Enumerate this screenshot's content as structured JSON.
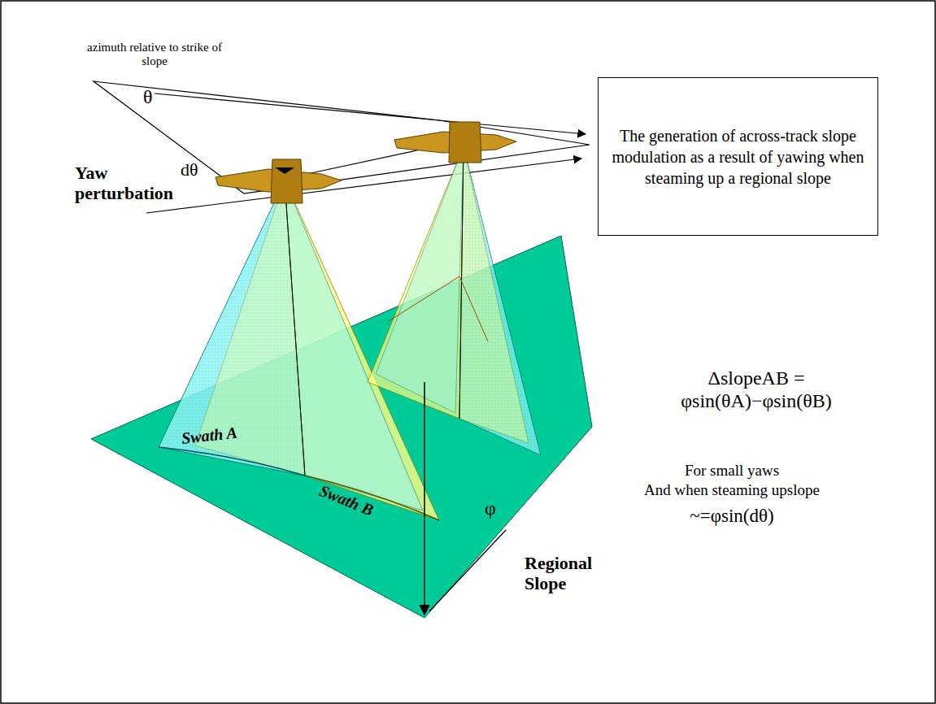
{
  "diagram": {
    "nodes": [
      {
        "text": [
          "The generation of across-track slope modulation as a result of yawing when steaming up a regional slope"
        ]
      }
    ],
    "edges": [],
    "labels": [
      "azimuth relative to strike of slope",
      "θ",
      "dθ",
      "Yaw perturbation",
      "Swath A",
      "Swath B",
      "ΔslopeAB = φsin(θA)−φsin(θB)",
      "For small yaws",
      "And when steaming upslope",
      "~=φsin(dθ)",
      "φ",
      "Regional Slope"
    ]
  }
}
